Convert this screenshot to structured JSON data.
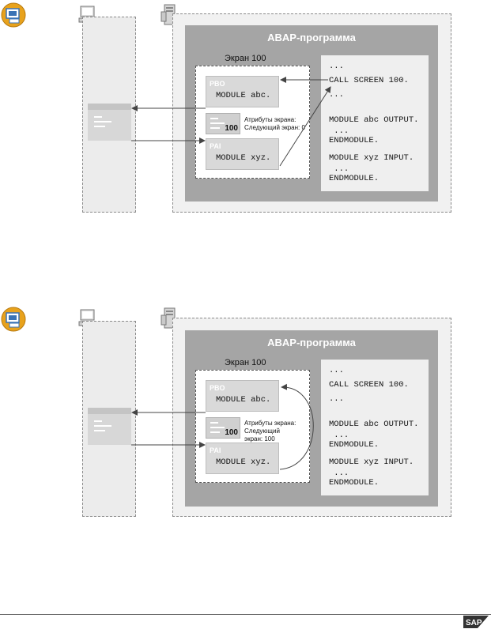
{
  "colors": {
    "icon_ring": "#e8a21c",
    "icon_face": "#3a73b5",
    "arrow": "#444444",
    "program_bg": "#a5a5a5",
    "sap_logo": "#333333"
  },
  "icons": {
    "lesson": "presentation-board-icon",
    "client": "pc-monitor-icon",
    "server": "server-tower-icon",
    "brand": "sap-logo-icon"
  },
  "diagrams": [
    {
      "program_title": "ABAP-программа",
      "screen_label": "Экран 100",
      "pbo": {
        "head": "PBO",
        "code": "MODULE abc."
      },
      "pai": {
        "head": "PAI",
        "code": "MODULE xyz."
      },
      "attr_number": "100",
      "attr_lines": [
        "Атрибуты экрана:",
        "Следующий экран: 0"
      ],
      "code_lines": [
        "...",
        "CALL SCREEN 100.",
        "...",
        "MODULE abc OUTPUT.",
        " ...",
        "ENDMODULE.",
        "MODULE xyz INPUT.",
        " ...",
        "ENDMODULE."
      ]
    },
    {
      "program_title": "ABAP-программа",
      "screen_label": "Экран 100",
      "pbo": {
        "head": "PBO",
        "code": "MODULE abc."
      },
      "pai": {
        "head": "PAI",
        "code": "MODULE xyz."
      },
      "attr_number": "100",
      "attr_lines": [
        "Атрибуты экрана:",
        "Следующий",
        "экран: 100"
      ],
      "code_lines": [
        "...",
        "CALL SCREEN 100.",
        "...",
        "MODULE abc OUTPUT.",
        " ...",
        "ENDMODULE.",
        "MODULE xyz INPUT.",
        " ...",
        "ENDMODULE."
      ]
    }
  ]
}
